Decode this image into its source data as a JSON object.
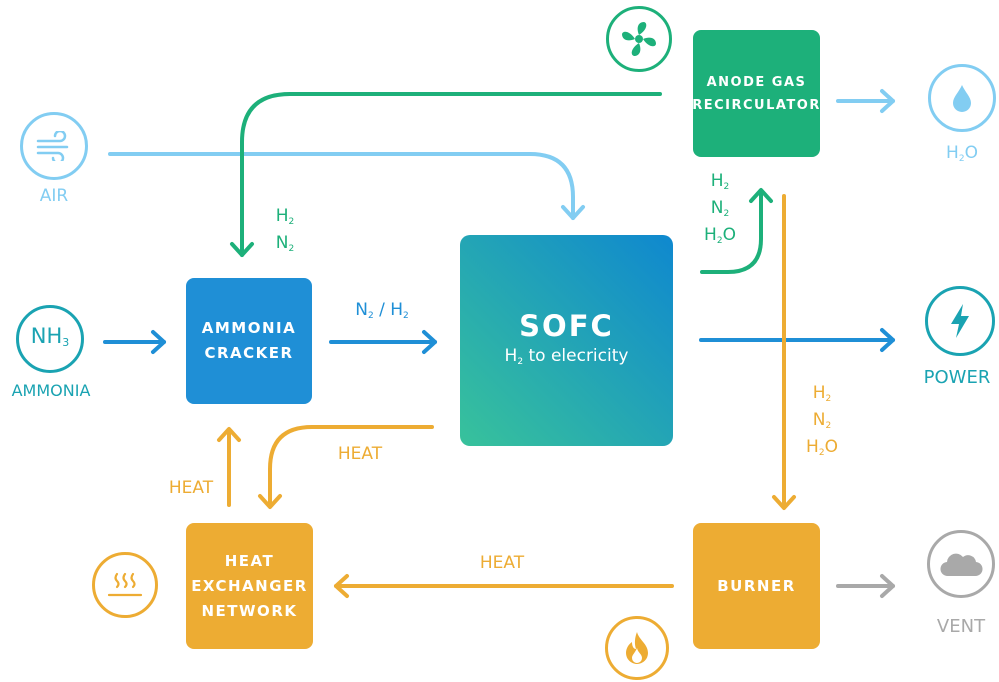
{
  "boxes": {
    "cracker": [
      "AMMONIA",
      "CRACKER"
    ],
    "sofc_title": "SOFC",
    "sofc_sub": "to elecricity",
    "sofc_sub_h": "H",
    "sofc_sub_2": "2",
    "anode": [
      "ANODE GAS",
      "RECIRCULATOR"
    ],
    "heat_exchanger": [
      "HEAT",
      "EXCHANGER",
      "NETWORK"
    ],
    "burner": "BURNER"
  },
  "labels": {
    "air": "AIR",
    "ammonia": "AMMONIA",
    "nh3_symbol": "NH",
    "nh3_sub": "3",
    "h2o_out": "H",
    "h2o_out_sub": "2",
    "h2o_out_o": "O",
    "power": "POWER",
    "vent": "VENT",
    "heat_left": "HEAT",
    "heat_sofc": "HEAT",
    "heat_bottom": "HEAT",
    "h": "H",
    "n": "N",
    "two": "2",
    "o": "O",
    "slash": " / "
  },
  "colors": {
    "blue": "#1f8fd6",
    "light_blue": "#82cdf2",
    "green": "#1db07a",
    "orange": "#edac33",
    "teal": "#1aa3b2",
    "grey": "#a9a9a9"
  },
  "icons": [
    "fan-icon",
    "wind-icon",
    "ammonia-icon",
    "water-drop-icon",
    "lightning-icon",
    "heat-plate-icon",
    "fire-icon",
    "cloud-icon"
  ]
}
